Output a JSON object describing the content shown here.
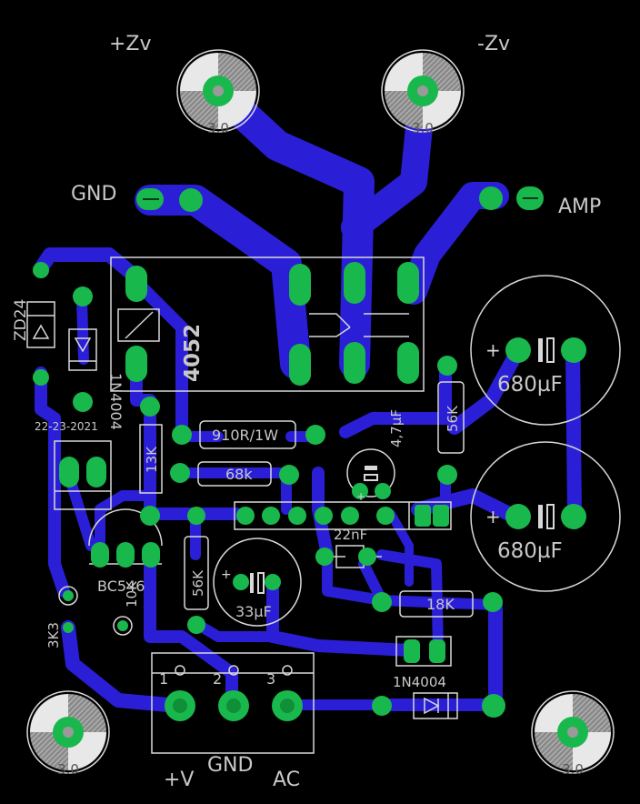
{
  "labels": {
    "plus_zv": "+Zv",
    "minus_zv": "-Zv",
    "gnd_top": "GND",
    "amp": "AMP",
    "zd24": "ZD24",
    "d1": "1N4004",
    "relay": "4052",
    "date": "22-23-2021",
    "r13k": "13K",
    "r910": "910R/1W",
    "r68k": "68k",
    "c47": "4,7µF",
    "r56k_right": "56K",
    "c680_top": "680µF",
    "c680_bottom": "680µF",
    "c22n": "22nF",
    "r56k_left": "56K",
    "bc546": "BC546",
    "r10k": "10K",
    "c33": "33µF",
    "r18k": "18K",
    "r3k3": "3K3",
    "d2": "1N4004",
    "pin1": "1",
    "pin2": "2",
    "pin3": "3",
    "plus_v": "+V",
    "gnd_bottom": "GND",
    "ac": "AC",
    "hole_tl": "3.0",
    "hole_tr": "3.0",
    "hole_bl": "3.0",
    "hole_br": "3.0"
  },
  "colors": {
    "background": "#000000",
    "trace": "#2a1fd6",
    "pad": "#19b84c",
    "drill": "#9a9a9a",
    "silkscreen": "#d8d8d8",
    "label": "#c8c8c8"
  }
}
